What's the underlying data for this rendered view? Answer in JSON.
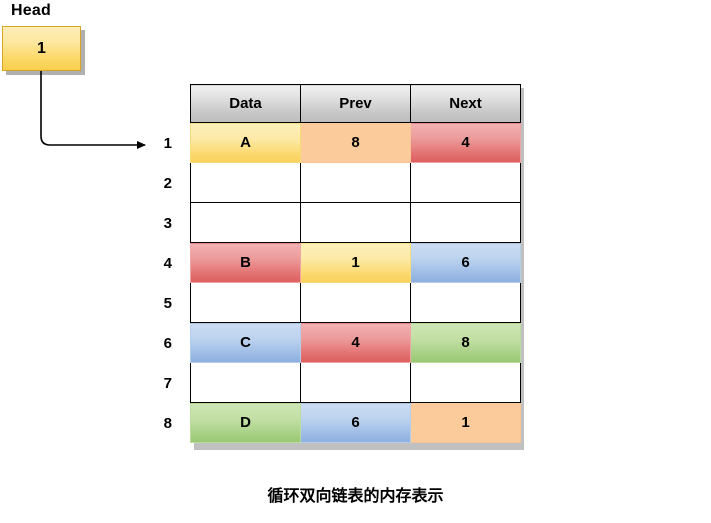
{
  "diagram": {
    "head": {
      "label": "Head",
      "node_value": "1"
    },
    "pointer_target_index": "1",
    "caption": "循环双向链表的内存表示",
    "table": {
      "columns": [
        "Data",
        "Prev",
        "Next"
      ],
      "row_indices": [
        "1",
        "2",
        "3",
        "4",
        "5",
        "6",
        "7",
        "8"
      ],
      "rows": [
        {
          "index": "1",
          "data": "A",
          "prev": "8",
          "next": "4",
          "data_color": "#fbd666",
          "prev_color": "#fbcb9c",
          "next_color": "#e16a6a",
          "empty": false
        },
        {
          "index": "2",
          "data": "",
          "prev": "",
          "next": "",
          "empty": true
        },
        {
          "index": "3",
          "data": "",
          "prev": "",
          "next": "",
          "empty": true
        },
        {
          "index": "4",
          "data": "B",
          "prev": "1",
          "next": "6",
          "data_color": "#e16a6a",
          "prev_color": "#fbd666",
          "next_color": "#97b7e3",
          "empty": false
        },
        {
          "index": "5",
          "data": "",
          "prev": "",
          "next": "",
          "empty": true
        },
        {
          "index": "6",
          "data": "C",
          "prev": "4",
          "next": "8",
          "data_color": "#97b7e3",
          "prev_color": "#e16a6a",
          "next_color": "#a2cd7f",
          "empty": false
        },
        {
          "index": "7",
          "data": "",
          "prev": "",
          "next": "",
          "empty": true
        },
        {
          "index": "8",
          "data": "D",
          "prev": "6",
          "next": "1",
          "data_color": "#a2cd7f",
          "prev_color": "#97b7e3",
          "next_color": "#fbcb9c",
          "empty": false
        }
      ]
    },
    "colors": {
      "yellow": "#fbd666",
      "orange": "#fbcb9c",
      "red": "#e16a6a",
      "blue": "#97b7e3",
      "green": "#a2cd7f",
      "header_gray": "#c6c6c6",
      "border_black": "#000000",
      "shadow_gray": "#c0c0c0"
    }
  }
}
